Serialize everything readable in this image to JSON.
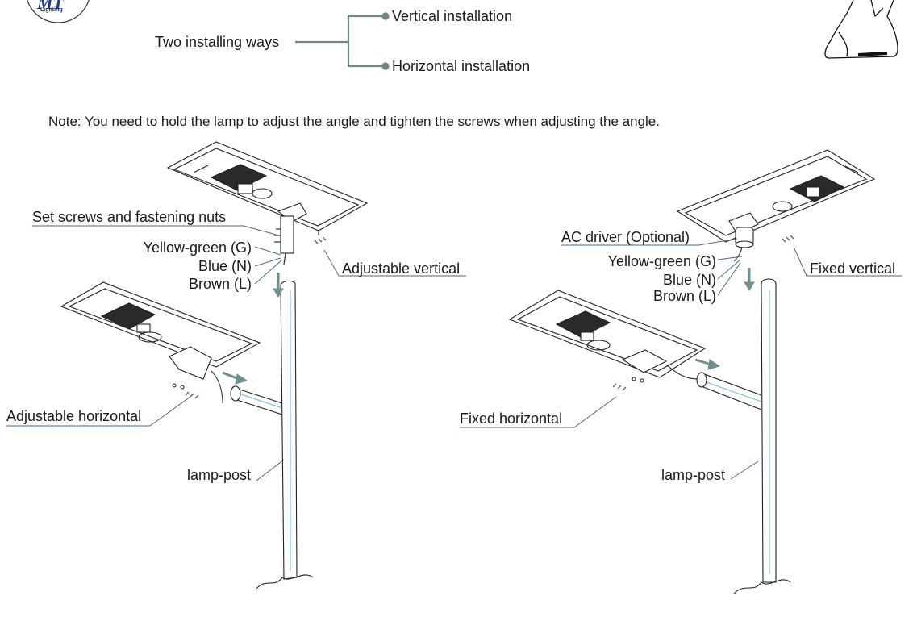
{
  "logo": {
    "letters": "MT",
    "sub": "Lighting",
    "color": "#1d3a8a"
  },
  "tree": {
    "root": "Two installing ways",
    "branches": [
      "Vertical installation",
      "Horizontal installation"
    ],
    "line_color": "#6d8a86"
  },
  "note": "Note: You need to hold the lamp to adjust the angle and tighten the screws when adjusting the angle.",
  "left": {
    "screws_label": "Set screws and fastening nuts",
    "wires": [
      "Yellow-green (G)",
      "Blue (N)",
      "Brown (L)"
    ],
    "vertical_label": "Adjustable vertical",
    "horizontal_label": "Adjustable horizontal",
    "post_label": "lamp-post"
  },
  "right": {
    "driver_label": "AC driver (Optional)",
    "wires": [
      "Yellow-green (G)",
      "Blue (N)",
      "Brown (L)"
    ],
    "vertical_label": "Fixed vertical",
    "horizontal_label": "Fixed horizontal",
    "post_label": "lamp-post"
  },
  "colors": {
    "arrow": "#6f8f8f",
    "leader": "#4a6a8a",
    "pipe_accent": "#7fc6d8"
  }
}
